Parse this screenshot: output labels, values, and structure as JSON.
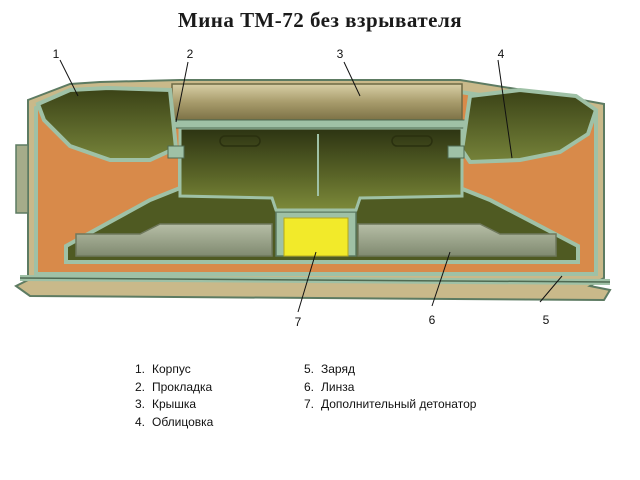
{
  "title": "Мина ТМ-72 без взрывателя",
  "callouts": [
    "1",
    "2",
    "3",
    "4",
    "5",
    "6",
    "7"
  ],
  "legend": {
    "col1": [
      {
        "num": "1.",
        "text": "Корпус"
      },
      {
        "num": "2.",
        "text": "Прокладка"
      },
      {
        "num": "3.",
        "text": "Крышка"
      },
      {
        "num": "4.",
        "text": "Облицовка"
      }
    ],
    "col2": [
      {
        "num": "5.",
        "text": "Заряд"
      },
      {
        "num": "6.",
        "text": "Линза"
      },
      {
        "num": "7.",
        "text": "Дополнительный детонатор"
      }
    ]
  },
  "colors": {
    "body_orange": "#d88a4a",
    "casing_green": "#4f5a22",
    "rim_teal": "#9fc1a6",
    "cap_khaki": "#a59a6a",
    "lens_grey": "#9aa38a",
    "detonator_yellow": "#f2ea2a"
  }
}
